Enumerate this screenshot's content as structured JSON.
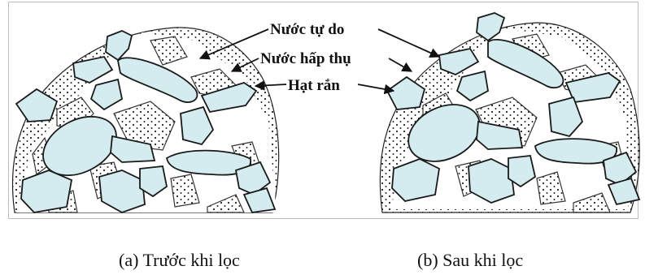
{
  "labels": {
    "free_water": "Nước tự do",
    "adsorbed_water": "Nước hấp thụ",
    "solid_particle": "Hạt rắn"
  },
  "captions": {
    "before": "(a) Trước khi lọc",
    "after": "(b) Sau khi lọc"
  },
  "colors": {
    "particle_fill": "#d4ecef",
    "adsorbed_layer": "#ffffff",
    "pore_dots": "#222222",
    "outline": "#1a1a1a"
  }
}
